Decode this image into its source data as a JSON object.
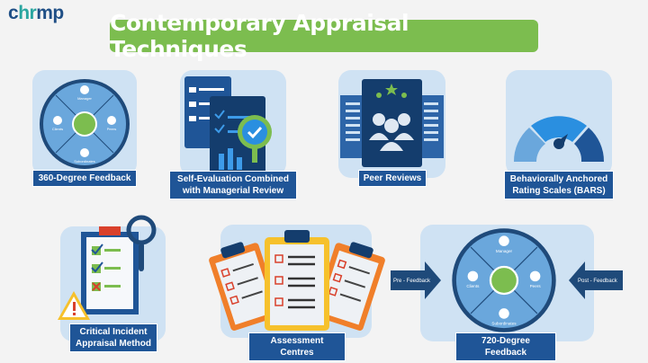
{
  "logo": {
    "prefix": "c",
    "middle": "hr",
    "suffix": "mp"
  },
  "title": "Contemporary Appraisal Techniques",
  "techniques": [
    {
      "label": "360-Degree Feedback"
    },
    {
      "label": "Self-Evaluation Combined with Managerial Review"
    },
    {
      "label": "Peer Reviews"
    },
    {
      "label": "Behaviorally Anchored Rating Scales (BARS)"
    },
    {
      "label": "Critical Incident Appraisal Method"
    },
    {
      "label": "Assessment Centres"
    },
    {
      "label": "720-Degree Feedback"
    }
  ],
  "wheel": {
    "top": "Manager",
    "left": "Clients",
    "right": "Peers",
    "bottom": "Subordinates"
  },
  "arrows": {
    "pre": "Pre - Feedback",
    "post": "Post - Feedback"
  },
  "colors": {
    "navy": "#1f5597",
    "green": "#7cbd4f",
    "card": "#cfe2f3",
    "orange": "#f07f2a",
    "yellow": "#f6c12c"
  }
}
